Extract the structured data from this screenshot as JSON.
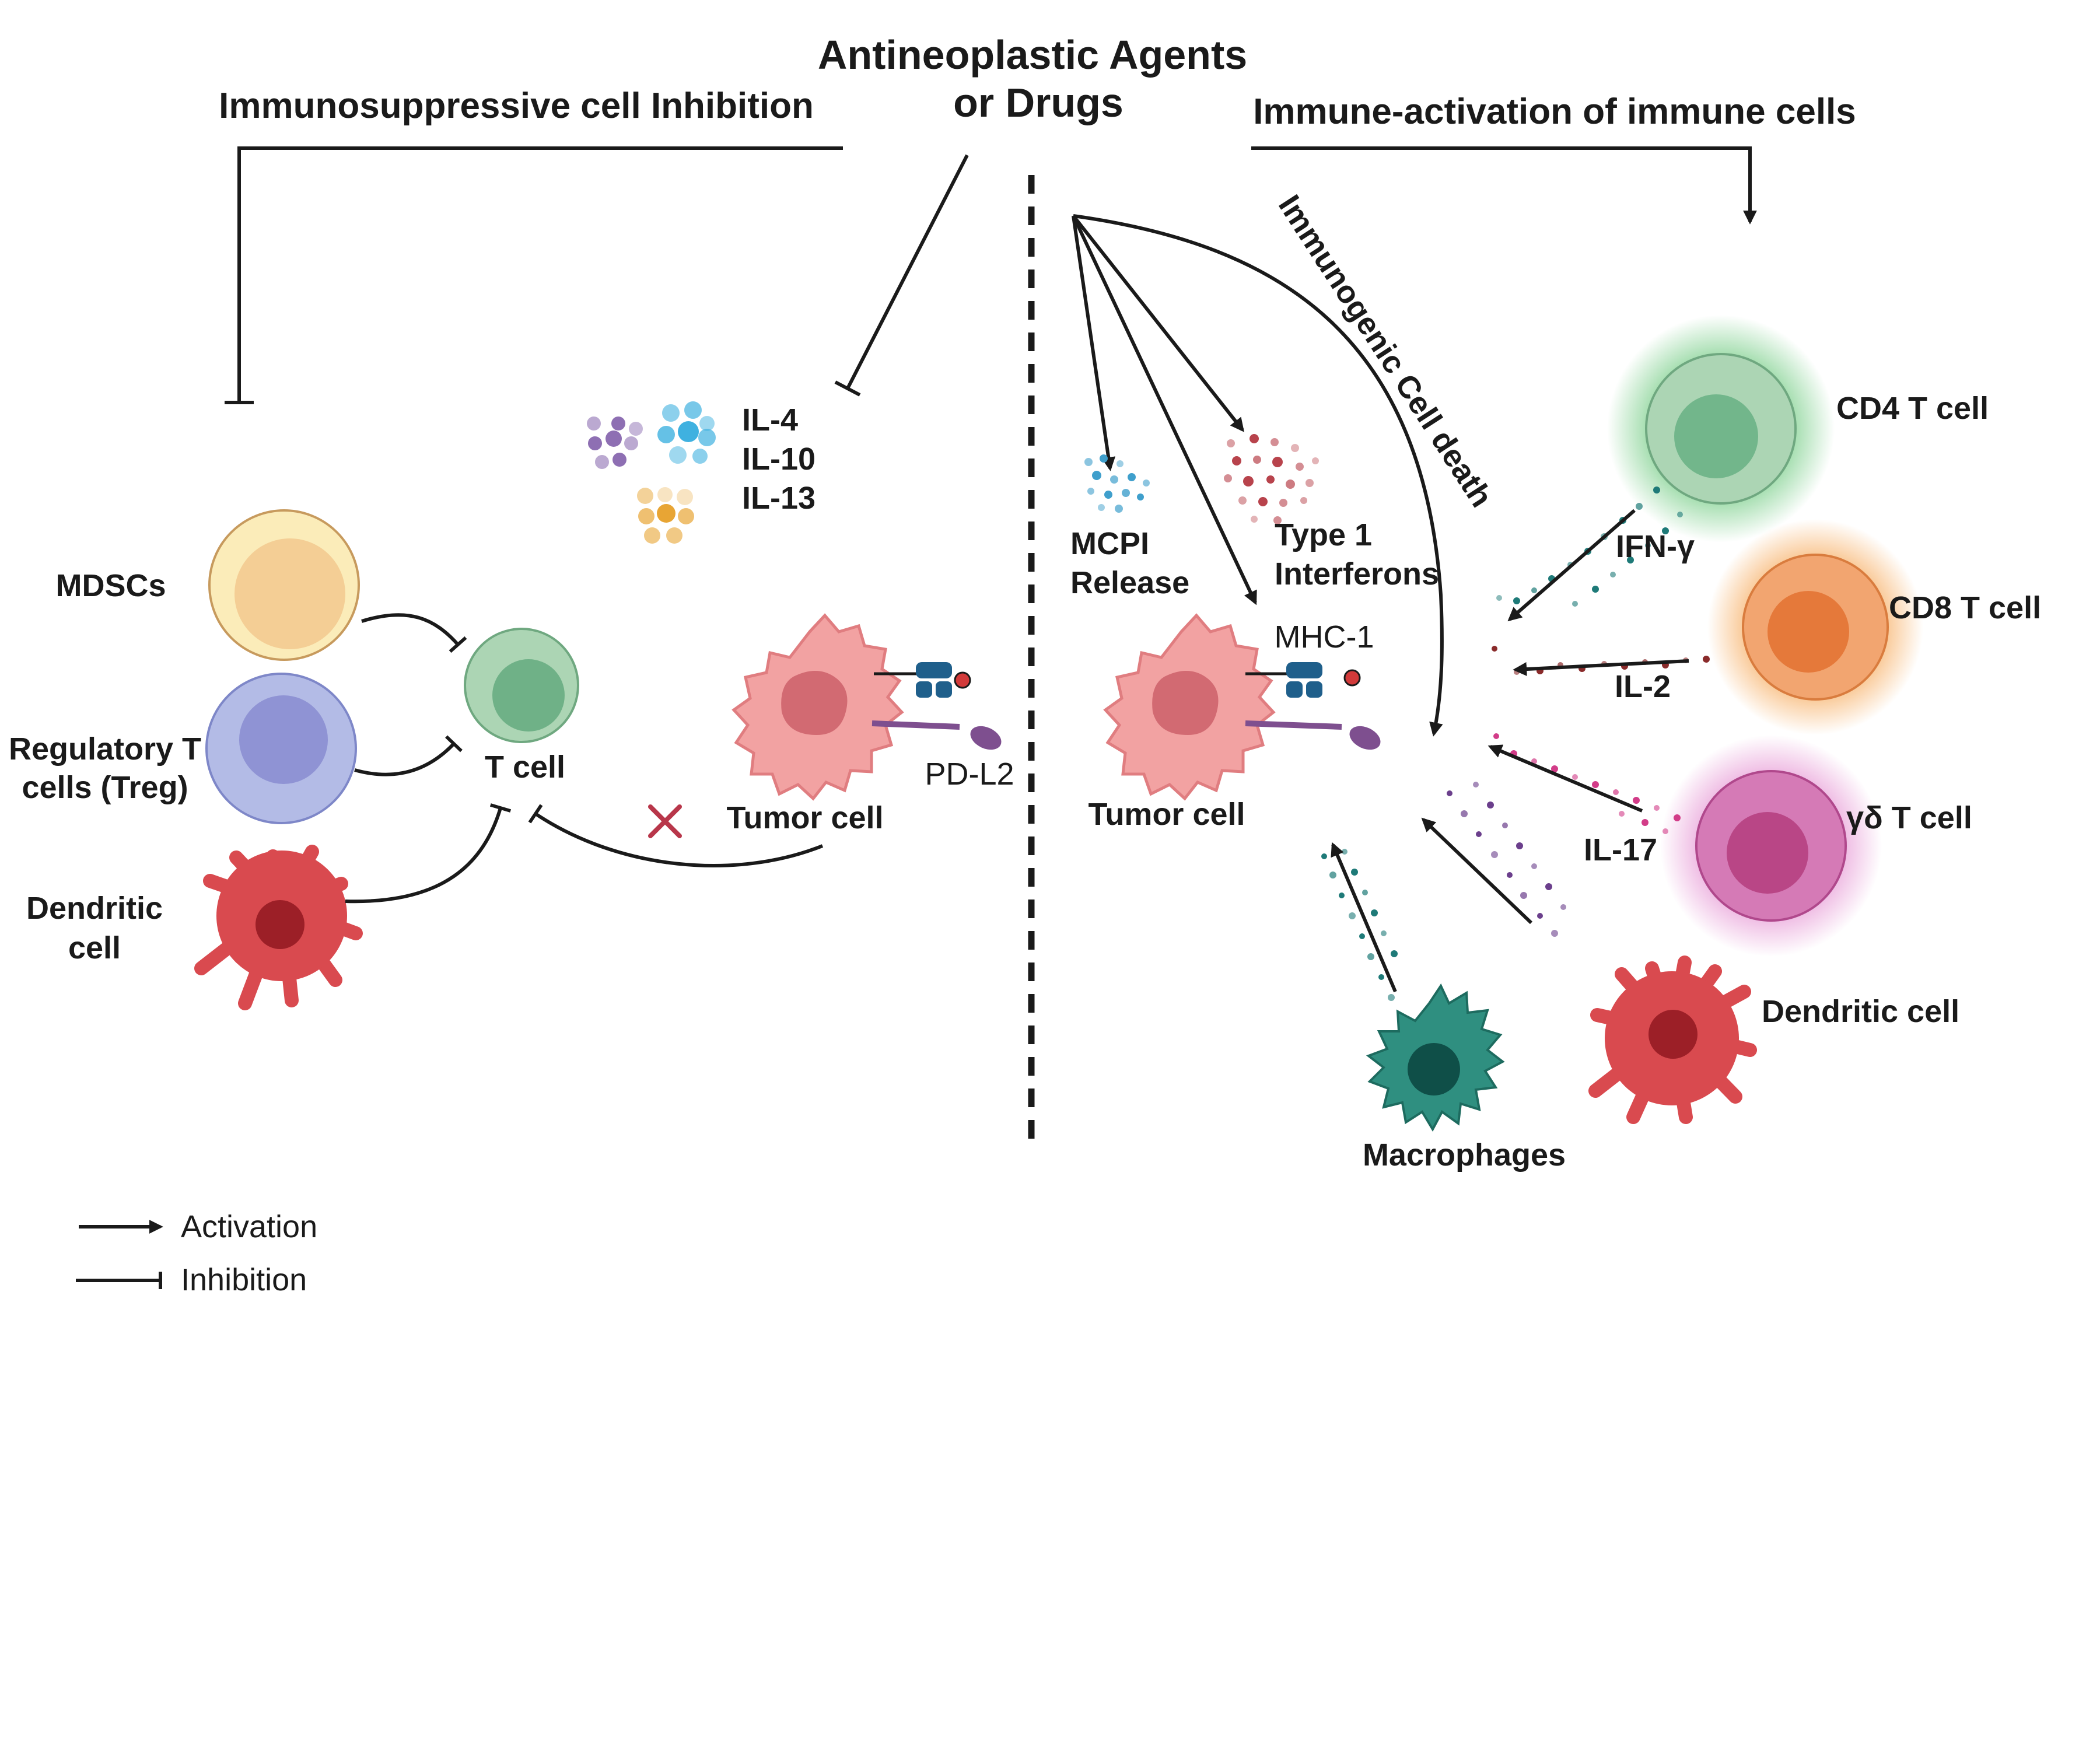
{
  "title": {
    "line1": "Antineoplastic Agents",
    "line2": "or Drugs"
  },
  "left_header": "Immunosuppressive cell Inhibition",
  "right_header": "Immune-activation of immune cells",
  "icd_label": "Immunogenic Cell death",
  "left": {
    "mdsc": "MDSCs",
    "treg": {
      "line1": "Regulatory T",
      "line2": "cells (Treg)"
    },
    "dendritic": {
      "line1": "Dendritic",
      "line2": "cell"
    },
    "tcell": "T cell",
    "cytokines": [
      "IL-4",
      "IL-10",
      "IL-13"
    ],
    "tumor": "Tumor cell",
    "pdl2": "PD-L2"
  },
  "right": {
    "mcpi": {
      "line1": "MCPI",
      "line2": "Release"
    },
    "interferon": {
      "line1": "Type 1",
      "line2": "Interferons"
    },
    "mhc": "MHC-1",
    "tumor": "Tumor cell",
    "cd4": "CD4 T cell",
    "cd8": "CD8 T cell",
    "gd": "γδ T cell",
    "ifn": "IFN-γ",
    "il2": "IL-2",
    "il17": "IL-17",
    "macrophages": "Macrophages",
    "dendritic": "Dendritic cell"
  },
  "legend": {
    "activation": "Activation",
    "inhibition": "Inhibition"
  },
  "colors": {
    "mdsc": "#f6d49b",
    "treg": "#9fa6dc",
    "tcell": "#8cc7a0",
    "dendritic": "#d94a4f",
    "tumor": "#ef9a9b",
    "cd4": "#7ab98f",
    "cd8": "#ee8a4a",
    "gd": "#c9559a",
    "macrophage": "#2f8f80",
    "receptor": "#1f5f8b",
    "pdl2": "#7e4f8f"
  }
}
